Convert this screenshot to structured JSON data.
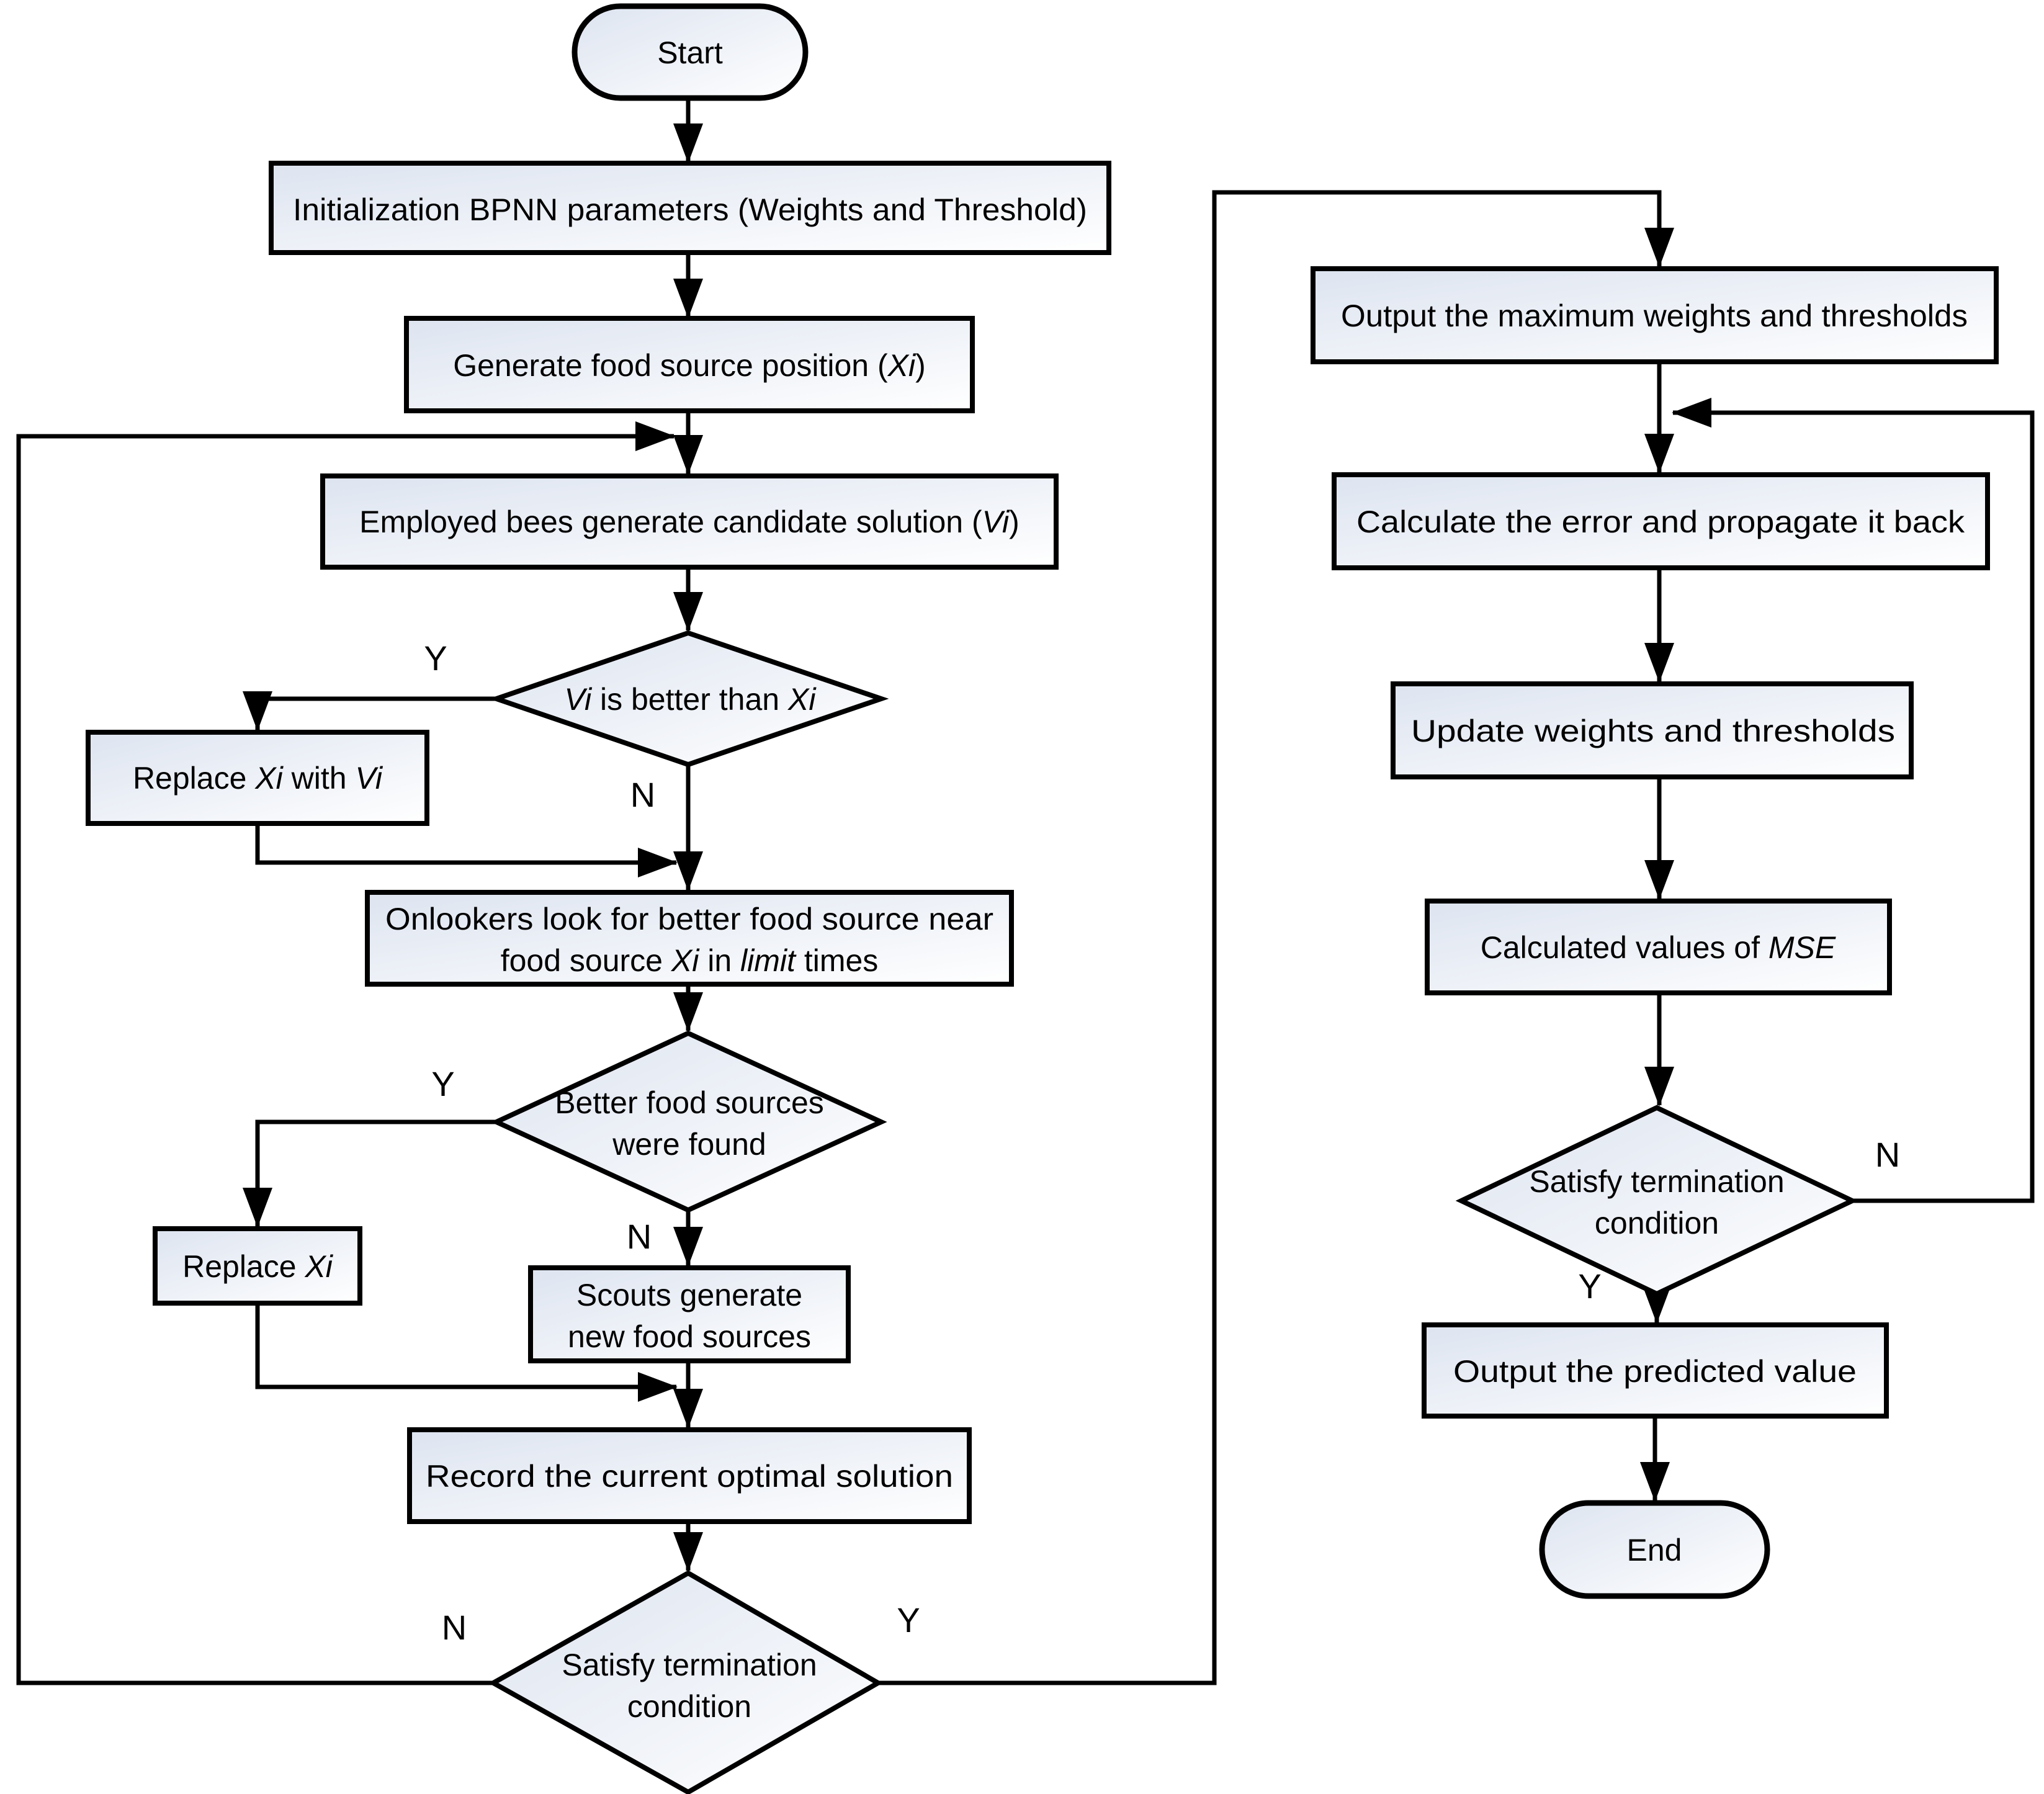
{
  "colors": {
    "background": "#ffffff",
    "node_fill_top_left": "#dde4f0",
    "node_fill_bottom_right": "#ffffff",
    "stroke": "#000000",
    "text": "#000000"
  },
  "nodes": {
    "start": {
      "label": "Start"
    },
    "init": {
      "label": "Initialization BPNN parameters (Weights and Threshold)"
    },
    "generate": {
      "pre": "Generate food source position (",
      "var1": "Xi",
      "post": ")"
    },
    "employed": {
      "pre": "Employed bees generate candidate solution (",
      "var1": "Vi",
      "post": ")"
    },
    "decision_vi_better": {
      "var1": "Vi",
      "mid": " is better than ",
      "var2": "Xi"
    },
    "replace_xi_with_vi": {
      "pre": "Replace ",
      "var1": "Xi",
      "mid": " with ",
      "var2": "Vi"
    },
    "onlookers": {
      "line1": "Onlookers look for better food source near",
      "line2_pre": "food source ",
      "line2_var1": "Xi",
      "line2_mid": " in ",
      "line2_var2": "limit",
      "line2_post": " times"
    },
    "decision_better_found": {
      "line1": "Better food sources",
      "line2": "were found"
    },
    "replace_xi": {
      "pre": "Replace ",
      "var1": "Xi"
    },
    "scouts": {
      "line1": "Scouts generate",
      "line2": "new food sources"
    },
    "record": {
      "label": "Record the current optimal solution"
    },
    "decision_terminate_abc": {
      "line1": "Satisfy termination",
      "line2": "condition"
    },
    "output_max": {
      "label": "Output the maximum weights and thresholds"
    },
    "calc_error": {
      "label": "Calculate the error and propagate it back"
    },
    "update_weights": {
      "label": "Update weights and thresholds"
    },
    "mse": {
      "pre": "Calculated values of ",
      "var1": "MSE"
    },
    "decision_terminate_bp": {
      "line1": "Satisfy termination",
      "line2": "condition"
    },
    "output_pred": {
      "label": "Output the predicted value"
    },
    "end": {
      "label": "End"
    }
  },
  "branch_labels": {
    "vi_better_yes": "Y",
    "vi_better_no": "N",
    "better_found_yes": "Y",
    "better_found_no": "N",
    "terminate_abc_yes": "Y",
    "terminate_abc_no": "N",
    "terminate_bp_yes": "Y",
    "terminate_bp_no": "N"
  }
}
